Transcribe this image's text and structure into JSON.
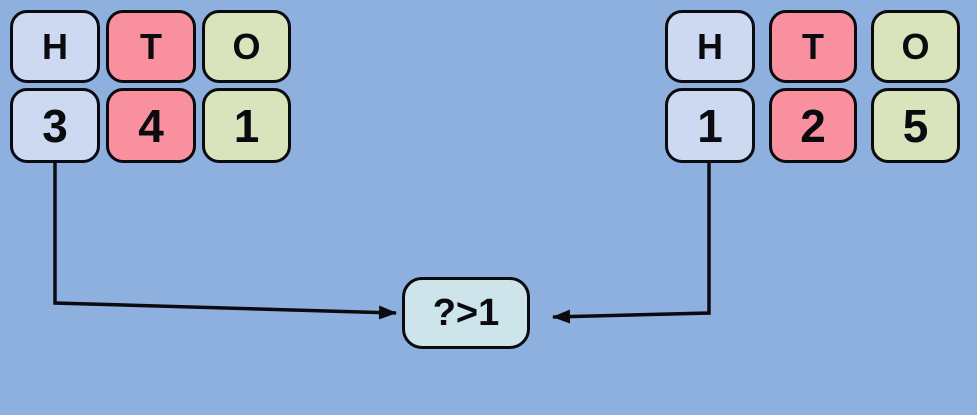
{
  "canvas": {
    "background_color": "#8db0df",
    "line_color": "#0a0a0f"
  },
  "palette": {
    "hundreds_cell": "#ccd9f0",
    "tens_cell": "#f8909f",
    "ones_cell": "#d9e3bc",
    "comparison_box": "#cde4ea"
  },
  "left_table": {
    "headers": [
      "H",
      "T",
      "O"
    ],
    "values": [
      "3",
      "4",
      "1"
    ]
  },
  "right_table": {
    "headers": [
      "H",
      "T",
      "O"
    ],
    "values": [
      "1",
      "2",
      "5"
    ]
  },
  "comparison": {
    "label": "?>1"
  }
}
